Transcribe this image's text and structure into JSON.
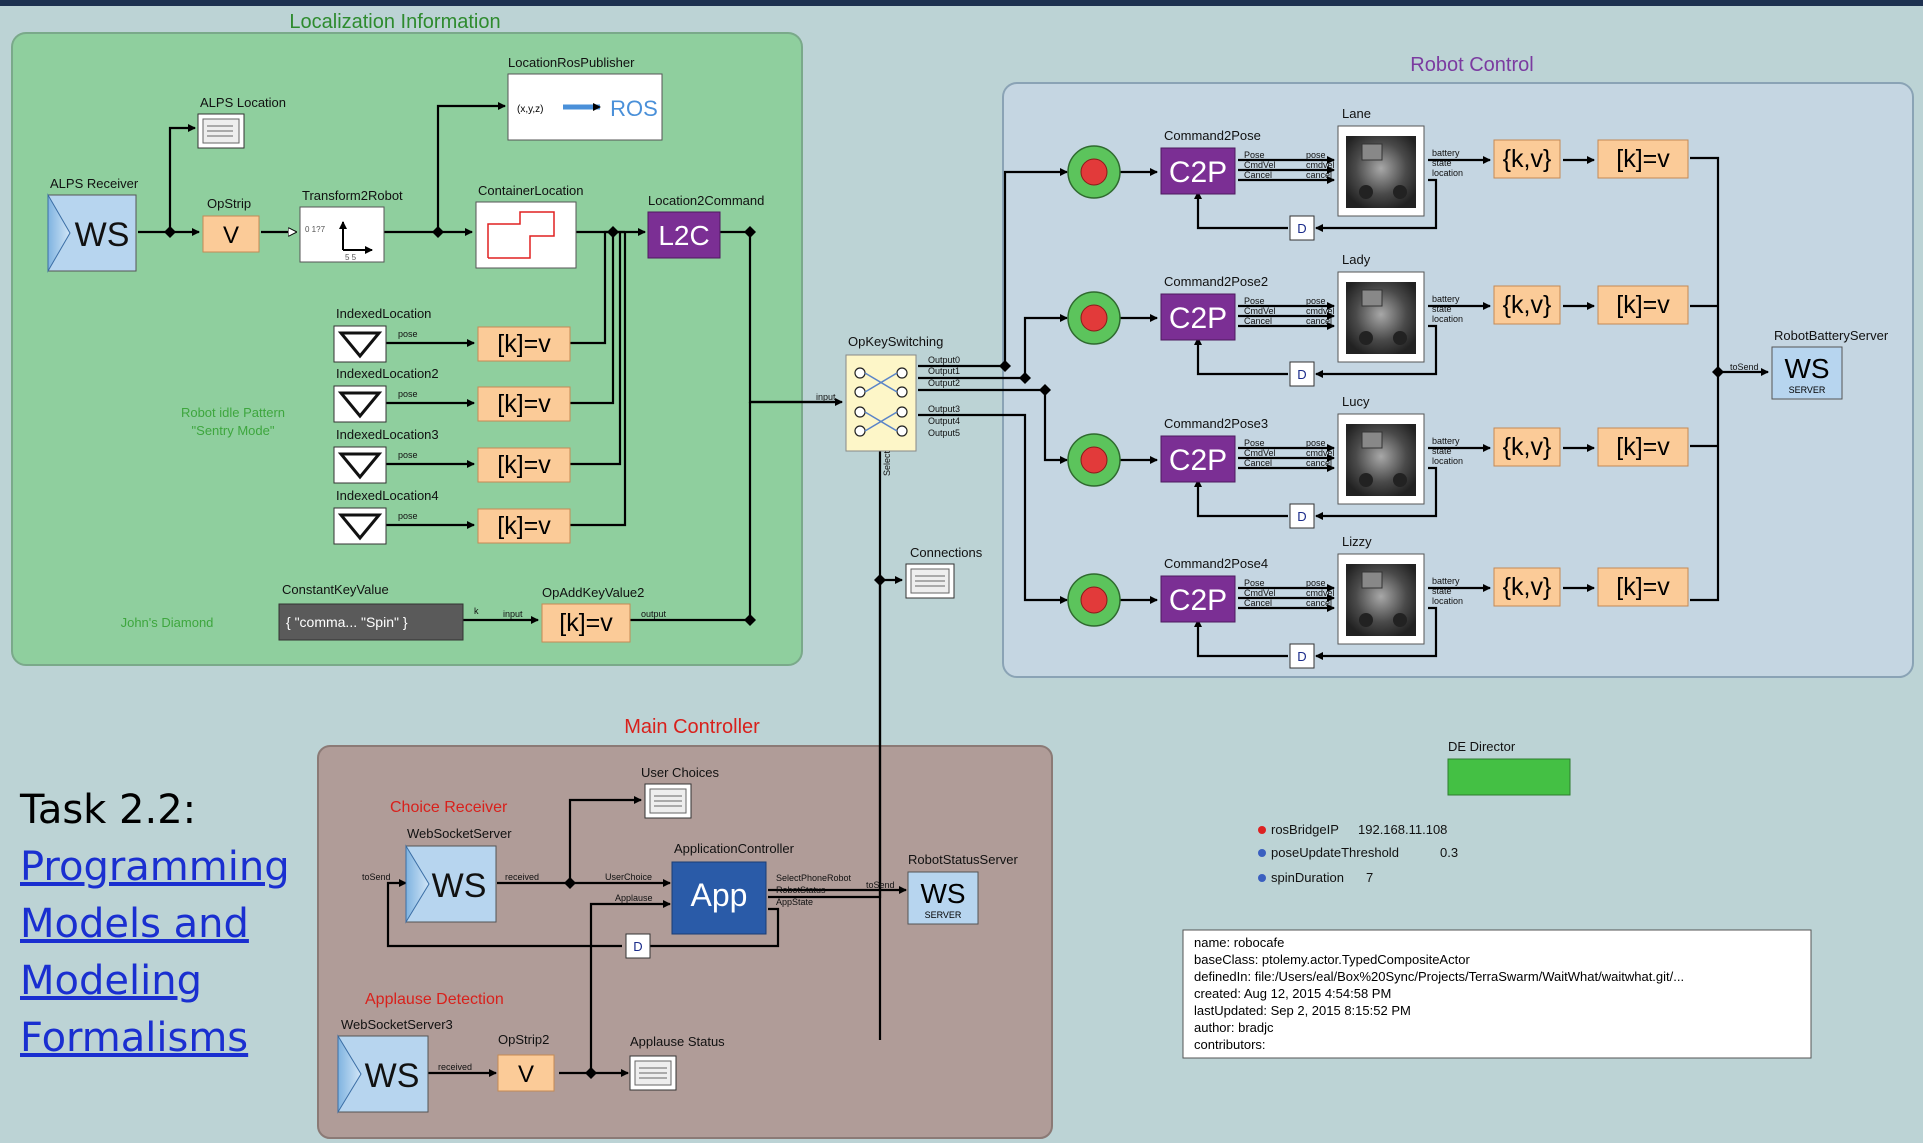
{
  "groups": {
    "localization": "Localization Information",
    "robot_control": "Robot Control",
    "main_controller": "Main Controller"
  },
  "actors": {
    "alps_receiver": "ALPS Receiver",
    "alps_location": "ALPS Location",
    "opstrip": "OpStrip",
    "transform2robot": "Transform2Robot",
    "location_ros_publisher": "LocationRosPublisher",
    "container_location": "ContainerLocation",
    "location2command": "Location2Command",
    "indexed_location": [
      "IndexedLocation",
      "IndexedLocation2",
      "IndexedLocation3",
      "IndexedLocation4"
    ],
    "constant_key_value": "ConstantKeyValue",
    "op_add_key_value2": "OpAddKeyValue2",
    "op_key_switching": "OpKeySwitching",
    "connections": "Connections",
    "command2pose": [
      "Command2Pose",
      "Command2Pose2",
      "Command2Pose3",
      "Command2Pose4"
    ],
    "robots": [
      "Lane",
      "Lady",
      "Lucy",
      "Lizzy"
    ],
    "robot_battery_server": "RobotBatteryServer",
    "choice_receiver": "Choice Receiver",
    "websocket_server": "WebSocketServer",
    "user_choices": "User Choices",
    "application_controller": "ApplicationController",
    "robot_status_server": "RobotStatusServer",
    "applause_detection": "Applause Detection",
    "websocket_server3": "WebSocketServer3",
    "opstrip2": "OpStrip2",
    "applause_status": "Applause Status",
    "de_director": "DE Director"
  },
  "icon_text": {
    "ws": "WS",
    "server": "SERVER",
    "v": "V",
    "l2c": "L2C",
    "kv_assign": "[k]=v",
    "kv_pair": "{k,v}",
    "c2p": "C2P",
    "app": "App",
    "d": "D",
    "ros": "ROS",
    "xyz": "(x,y,z)",
    "const_text": "{ \"comma... \"Spin\" }",
    "transform_ticks": "0 1?7",
    "transform_ticks2": "5 5"
  },
  "ports": {
    "pose": "pose",
    "input": "input",
    "output": "output",
    "c2p_in": [
      "Pose",
      "CmdVel",
      "Cancel"
    ],
    "c2p_out": [
      "pose",
      "cmdvel",
      "cancel"
    ],
    "robot_out": [
      "battery",
      "state",
      "location"
    ],
    "switch_out": [
      "Output0",
      "Output1",
      "Output2",
      "Output3",
      "Output4",
      "Output5"
    ],
    "select": "Select",
    "to_send": "toSend",
    "received": "received",
    "user_choice": "UserChoice",
    "applause": "Applause",
    "select_phone_robot": "SelectPhoneRobot",
    "robot_status": "RobotStatus",
    "app_state": "AppState",
    "k_port": "k"
  },
  "annotations": {
    "robot_idle": [
      "Robot idle Pattern",
      "\"Sentry Mode\""
    ],
    "john_diamond": "John's Diamond"
  },
  "parameters": [
    {
      "name": "rosBridgeIP",
      "value": "192.168.11.108"
    },
    {
      "name": "poseUpdateThreshold",
      "value": "0.3"
    },
    {
      "name": "spinDuration",
      "value": "7"
    }
  ],
  "info_box": [
    "name: robocafe",
    "baseClass: ptolemy.actor.TypedCompositeActor",
    "definedIn: file:/Users/eal/Box%20Sync/Projects/TerraSwarm/WaitWhat/waitwhat.git/...",
    "created: Aug 12, 2015 4:54:58 PM",
    "lastUpdated: Sep 2, 2015 8:15:52 PM",
    "author: bradjc",
    "contributors:"
  ],
  "task": {
    "prefix": "Task 2.2:",
    "link_lines": [
      "Programming",
      "Models and",
      "Modeling",
      "Formalisms"
    ]
  },
  "colors": {
    "background": "#bcd3d5",
    "localization_group": "#8fcf9e",
    "robot_group": "#c5d6e2",
    "main_group": "#b09c98",
    "orange_actor": "#fbcb98",
    "purple_actor": "#7b2f94",
    "ws_blue": "#b7d5ef",
    "app_blue": "#2a5ba8",
    "director_green": "#44c044",
    "group_title_green": "#2e8b2e",
    "group_title_purple": "#7b3ba0",
    "group_title_red": "#d8211c",
    "link_blue": "#1a2fd0"
  }
}
